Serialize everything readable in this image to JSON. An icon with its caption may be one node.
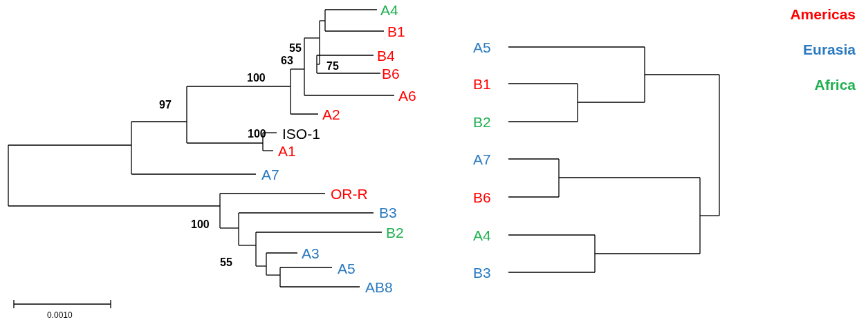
{
  "diagram": {
    "labels": [
      "A4",
      "B1",
      "55",
      "B4",
      "75",
      "B6",
      "63",
      "100",
      "A6",
      "97",
      "A2",
      "100",
      "ISO-1",
      "A1",
      "A7",
      "OR-R",
      "B3",
      "100",
      "B2",
      "55",
      "A3",
      "A5",
      "AB8",
      "0.0010",
      "A5",
      "B1",
      "B2",
      "A7",
      "B6",
      "A4",
      "B3"
    ],
    "legend": [
      {
        "text": "Americas",
        "color": "#ff0000"
      },
      {
        "text": "Eurasia",
        "color": "#2a7ac0"
      },
      {
        "text": "Africa",
        "color": "#20b050"
      }
    ]
  }
}
